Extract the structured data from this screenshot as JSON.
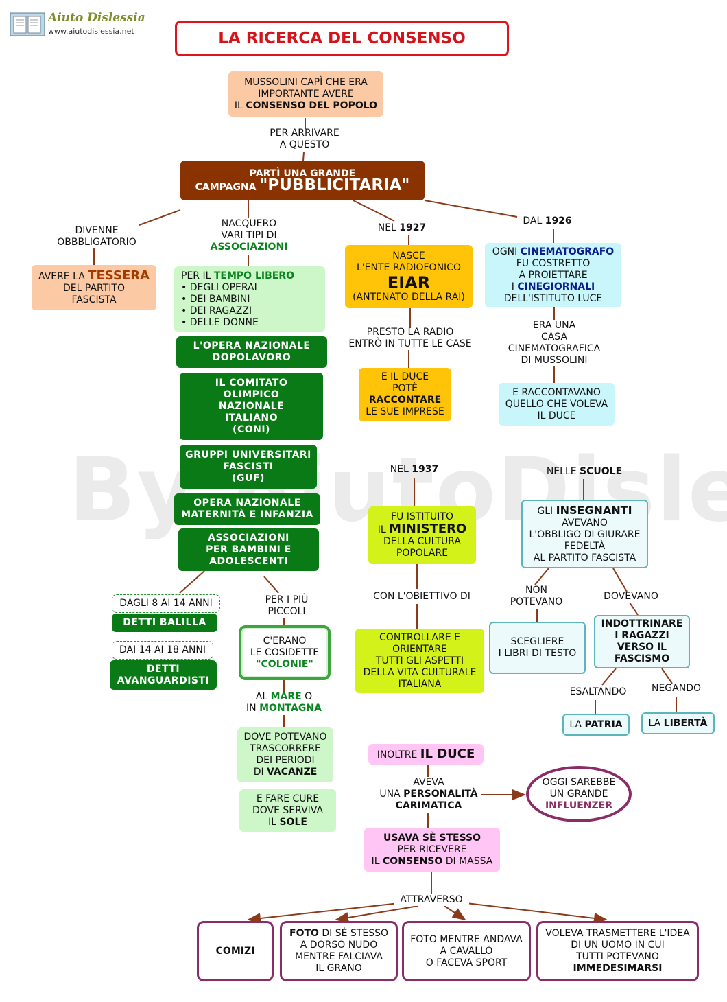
{
  "logo": {
    "name": "Aiuto Dislessia",
    "url": "www.aiutodislessia.net"
  },
  "title": "LA RICERCA DEL CONSENSO",
  "watermark": "By AiutoDislessia.net",
  "nodes": {
    "mussolini": [
      "MUSSOLINI CAPÌ CHE ERA",
      "IMPORTANTE AVERE",
      "IL ",
      "CONSENSO DEL POPOLO"
    ],
    "campagna": [
      "PARTÌ UNA GRANDE",
      "CAMPAGNA ",
      "\"PUBBLICITARIA\""
    ],
    "tessera": [
      "AVERE LA ",
      "TESSERA",
      "DEL PARTITO",
      "FASCISTA"
    ],
    "tempo_libero": {
      "title_pre": "PER IL ",
      "title_b": "TEMPO LIBERO",
      "items": [
        "• DEGLI OPERAI",
        "• DEI BAMBINI",
        "• DEI RAGAZZI",
        "• DELLE DONNE"
      ]
    },
    "opera_dopolavoro": [
      "L'OPERA NAZIONALE",
      "DOPOLAVORO"
    ],
    "coni": [
      "IL COMITATO",
      "OLIMPICO",
      "NAZIONALE",
      "ITALIANO",
      "(CONI)"
    ],
    "guf": [
      "GRUPPI UNIVERSITARI",
      "FASCISTI",
      "(GUF)"
    ],
    "maternita": [
      "OPERA NAZIONALE",
      "MATERNITÀ E INFANZIA"
    ],
    "bambini_adolescenti": [
      "ASSOCIAZIONI",
      "PER BAMBINI E",
      "ADOLESCENTI"
    ],
    "dagli_8": "DAGLI 8 AI 14 ANNI",
    "balilla": "DETTI BALILLA",
    "dai_14": "DAI 14 AI 18 ANNI",
    "avanguardisti": [
      "DETTI",
      "AVANGUARDISTI"
    ],
    "colonie": [
      "C'ERANO",
      "LE COSIDETTE",
      "\"COLONIE\""
    ],
    "vacanze": [
      "DOVE POTEVANO",
      "TRASCORRERE",
      "DEI PERIODI",
      "DI ",
      "VACANZE"
    ],
    "sole": [
      "E FARE CURE",
      "DOVE SERVIVA",
      "IL ",
      "SOLE"
    ],
    "eiar": [
      "NASCE",
      "L'ENTE RADIOFONICO",
      "EIAR",
      "(ANTENATO DELLA RAI)"
    ],
    "duce_radio": [
      "E IL DUCE",
      "POTÈ",
      "RACCONTARE",
      "LE SUE IMPRESE"
    ],
    "cinematografo": [
      "OGNI ",
      "CINEMATOGRAFO",
      "FU COSTRETTO",
      "A PROIETTARE",
      "I ",
      "CINEGIORNALI",
      "DELL'ISTITUTO LUCE"
    ],
    "raccontavano": [
      "E RACCONTAVANO",
      "QUELLO CHE VOLEVA",
      "IL DUCE"
    ],
    "ministero": [
      "FU ISTITUITO",
      "IL ",
      "MINISTERO",
      "DELLA CULTURA",
      "POPOLARE"
    ],
    "controllare": [
      "CONTROLLARE E",
      "ORIENTARE",
      "TUTTI GLI ASPETTI",
      "DELLA VITA CULTURALE",
      "ITALIANA"
    ],
    "insegnanti": [
      "GLI ",
      "INSEGNANTI",
      "AVEVANO",
      "L'OBBLIGO DI GIURARE",
      "FEDELTÀ",
      "AL PARTITO FASCISTA"
    ],
    "libri": [
      "SCEGLIERE",
      "I LIBRI DI TESTO"
    ],
    "indottrinare": [
      "INDOTTRINARE",
      "I RAGAZZI",
      "VERSO IL",
      "FASCISMO"
    ],
    "patria": [
      "LA ",
      "PATRIA"
    ],
    "liberta": [
      "LA ",
      "LIBERTÀ"
    ],
    "inoltre_duce": [
      "INOLTRE ",
      "IL DUCE"
    ],
    "influenzer": [
      "OGGI SAREBBE",
      "UN GRANDE",
      "INFLUENZER"
    ],
    "usava": [
      "USAVA SÈ STESSO",
      "PER RICEVERE",
      "IL ",
      "CONSENSO",
      " DI MASSA"
    ],
    "comizi": "COMIZI",
    "foto_falciava": [
      "FOTO",
      " DI SÈ STESSO",
      "A DORSO NUDO",
      "MENTRE FALCIAVA",
      "IL GRANO"
    ],
    "foto_cavallo": [
      "FOTO MENTRE ANDAVA",
      "A CAVALLO",
      "O FACEVA SPORT"
    ],
    "immedesimarsi": [
      "VOLEVA TRASMETTERE L'IDEA",
      "DI UN UOMO IN CUI",
      "TUTTI POTEVANO",
      "IMMEDESIMARSI"
    ]
  },
  "labels": {
    "per_arrivare": [
      "PER ARRIVARE",
      "A QUESTO"
    ],
    "divenne": [
      "DIVENNE",
      "OBBBLIGATORIO"
    ],
    "nacquero": [
      "NACQUERO",
      "VARI TIPI DI",
      "ASSOCIAZIONI"
    ],
    "nel_1927": [
      "NEL ",
      "1927"
    ],
    "dal_1926": [
      "DAL ",
      "1926"
    ],
    "presto_radio": [
      "PRESTO LA RADIO",
      "ENTRÒ IN TUTTE LE CASE"
    ],
    "era_casa": [
      "ERA  UNA",
      "CASA",
      "CINEMATOGRAFICA",
      "DI MUSSOLINI"
    ],
    "nel_1937": [
      "NEL ",
      "1937"
    ],
    "nelle_scuole": [
      "NELLE  ",
      "SCUOLE"
    ],
    "con_obiettivo": "CON L'OBIETTIVO DI",
    "non_potevano": [
      "NON",
      "POTEVANO"
    ],
    "dovevano": "DOVEVANO",
    "esaltando": "ESALTANDO",
    "negando": "NEGANDO",
    "per_piccoli": [
      "PER I PIÙ",
      "PICCOLI"
    ],
    "mare_montagna": [
      "AL ",
      "MARE",
      " O",
      "IN ",
      "MONTAGNA"
    ],
    "aveva": [
      "AVEVA",
      "UNA ",
      "PERSONALITÀ",
      "CARIMATICA"
    ],
    "attraverso": "ATTRAVERSO"
  },
  "colors": {
    "connector": "#8b3a1a",
    "title_border": "#e0141b",
    "title_text": "#d4141b"
  }
}
